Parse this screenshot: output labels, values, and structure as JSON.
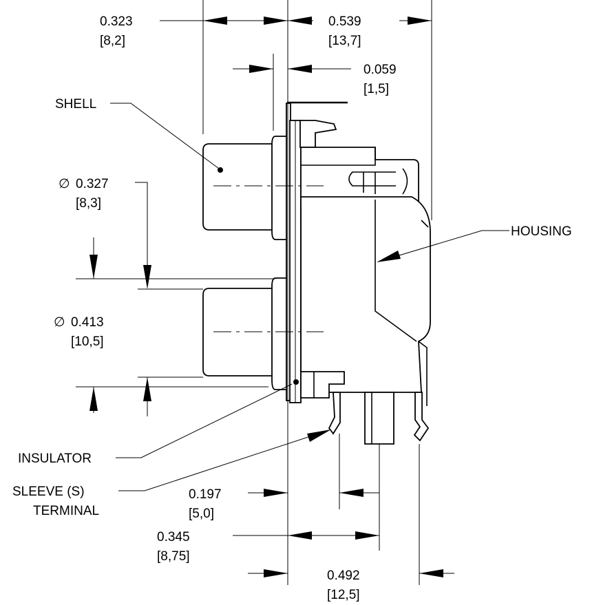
{
  "dimensions": {
    "d1": {
      "value": "0.323",
      "metric": "[8,2]"
    },
    "d2": {
      "value": "0.539",
      "metric": "[13,7]"
    },
    "d3": {
      "value": "0.059",
      "metric": "[1,5]"
    },
    "d4": {
      "symbol": "∅",
      "value": "0.327",
      "metric": "[8,3]"
    },
    "d5": {
      "symbol": "∅",
      "value": "0.413",
      "metric": "[10,5]"
    },
    "d6": {
      "value": "0.197",
      "metric": "[5,0]"
    },
    "d7": {
      "value": "0.345",
      "metric": "[8,75]"
    },
    "d8": {
      "value": "0.492",
      "metric": "[12,5]"
    }
  },
  "callouts": {
    "shell": "SHELL",
    "housing": "HOUSING",
    "insulator": "INSULATOR",
    "sleeve_line1": "SLEEVE (S)",
    "sleeve_line2": "TERMINAL"
  }
}
